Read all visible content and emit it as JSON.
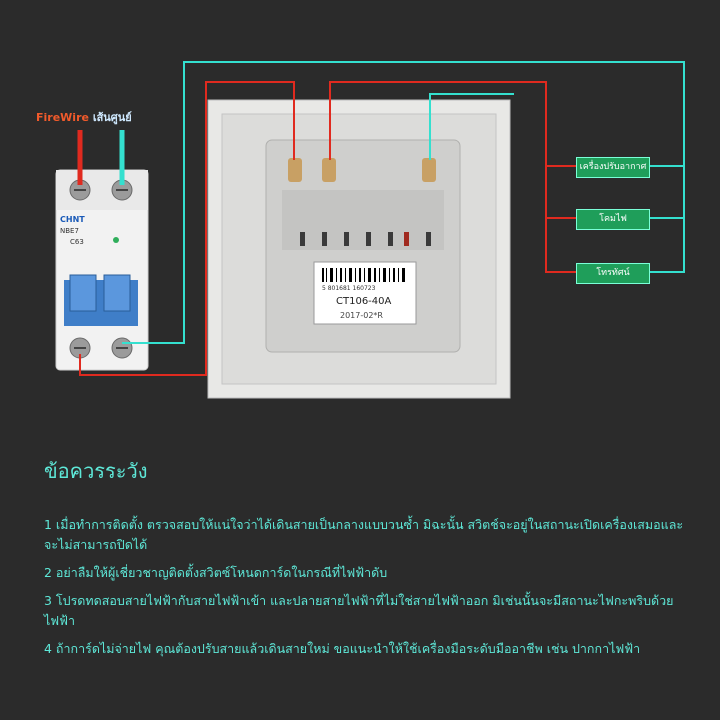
{
  "labels": {
    "fire": "FireWire",
    "neutral": "เส้นศูนย์"
  },
  "breaker": {
    "brand": "CHNT",
    "model": "NBE7",
    "rating": "C63"
  },
  "switch_label": {
    "barcode_number": "5 801681 160723",
    "model": "CT106-40A",
    "date": "2017-02*R"
  },
  "wire_labels": [
    "เครื่องปรับอากาศ",
    "โคมไฟ",
    "โทรทัศน์"
  ],
  "cautions": {
    "title": "ข้อควรระวัง",
    "items": [
      "1 เมื่อทำการติดตั้ง ตรวจสอบให้แน่ใจว่าได้เดินสายเป็นกลางแบบวนซ้ำ มิฉะนั้น สวิตช์จะอยู่ในสถานะเปิดเครื่องเสมอและจะไม่สามารถปิดได้",
      "2 อย่าลืมให้ผู้เชี่ยวชาญติดตั้งสวิตซ์โหนดการ์ดในกรณีที่ไฟฟ้าดับ",
      "3 โปรดทดสอบสายไฟฟ้ากับสายไฟฟ้าเข้า และปลายสายไฟฟ้าที่ไม่ใช่สายไฟฟ้าออก มิเช่นนั้นจะมีสถานะไฟกะพริบด้วยไฟฟ้า",
      "4 ถ้าการ์ดไม่จ่ายไฟ คุณต้องปรับสายแล้วเดินสายใหม่ ขอแนะนำให้ใช้เครื่องมือระดับมืออาชีพ เช่น ปากกาไฟฟ้า"
    ]
  },
  "colors": {
    "background": "#2b2b2b",
    "live_wire": "#e02a1f",
    "neutral_wire": "#34e0cf",
    "label_box": "#1f9e5a",
    "text_accent": "#5ee8d8"
  }
}
